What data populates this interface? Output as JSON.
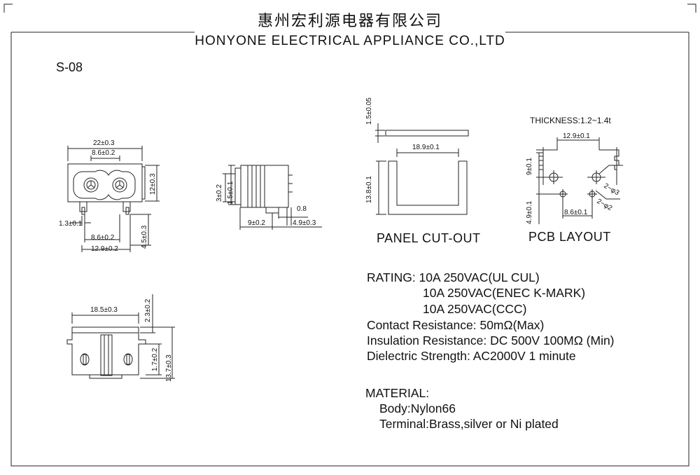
{
  "header": {
    "company_cn": "惠州宏利源电器有限公司",
    "company_en": "HONYONE ELECTRICAL APPLIANCE CO.,LTD",
    "model": "S-08"
  },
  "dims": {
    "front_22": "22±0.3",
    "front_86": "8.6±0.2",
    "front_12": "12±0.3",
    "front_13": "1.3±0.1",
    "front_86b": "8.6±0.2",
    "front_129": "12.9±0.2",
    "front_45": "4.5±0.3",
    "side_3": "3±0.2",
    "side_15": "1.5±0.1",
    "side_08": "0.8",
    "side_9": "9±0.2",
    "side_49": "4.9±0.3",
    "panel_15": "1.5±0.05",
    "panel_189": "18.9±0.1",
    "panel_138": "13.8±0.1",
    "pcb_thick": "THICKNESS:1.2~1.4t",
    "pcb_129": "12.9±0.1",
    "pcb_9": "9±0.1",
    "pcb_49": "4.9±0.1",
    "pcb_86": "8.6±0.1",
    "pcb_phi3": "2−φ3",
    "pcb_phi2": "2−φ2",
    "bottom_185": "18.5±0.3",
    "bottom_23": "2.3±0.2",
    "bottom_17": "1.7±0.2",
    "bottom_137": "13.7±0.3"
  },
  "labels": {
    "panel_cutout": "PANEL CUT-OUT",
    "pcb_layout": "PCB LAYOUT"
  },
  "specs": {
    "rating_1": "RATING: 10A 250VAC(UL CUL)",
    "rating_2": "10A 250VAC(ENEC K-MARK)",
    "rating_3": "10A 250VAC(CCC)",
    "contact": "Contact Resistance: 50mΩ(Max)",
    "insulation": "Insulation Resistance: DC 500V 100MΩ  (Min)",
    "dielectric": "Dielectric Strength: AC2000V 1 minute",
    "material_title": "MATERIAL:",
    "body": "Body:Nylon66",
    "terminal": "Terminal:Brass,silver or Ni plated"
  }
}
